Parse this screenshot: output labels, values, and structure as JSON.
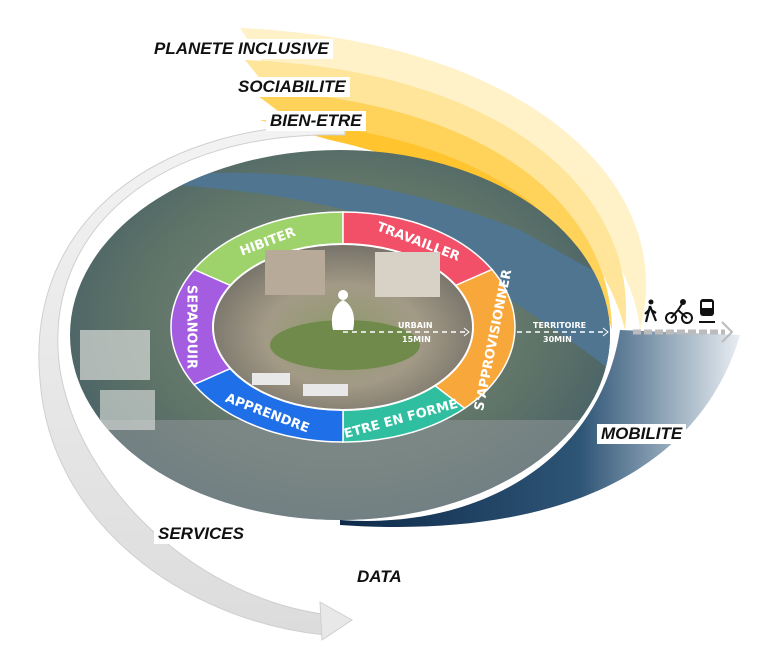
{
  "layers": {
    "planete_inclusive": "PLANETE INCLUSIVE",
    "sociabilite": "SOCIABILITE",
    "bien_etre": "BIEN-ETRE",
    "mobilite": "MOBILITE",
    "services": "SERVICES",
    "data": "DATA"
  },
  "ring": [
    {
      "label": "HIBITER",
      "color": "#9dd36a"
    },
    {
      "label": "TRAVAILLER",
      "color": "#f25068"
    },
    {
      "label": "S'APPROVISIONNER",
      "color": "#f8a83a"
    },
    {
      "label": "ETRE EN FORME",
      "color": "#2fbfa0"
    },
    {
      "label": "APPRENDRE",
      "color": "#1f6fe8"
    },
    {
      "label": "SEPANOUIR",
      "color": "#a45ce0"
    }
  ],
  "distances": {
    "urbain": "URBAIN",
    "urbain_time": "15MIN",
    "territoire": "TERRITOIRE",
    "territoire_time": "30MIN"
  },
  "mobility_icons": [
    "walking-icon",
    "bicycle-icon",
    "train-icon"
  ]
}
